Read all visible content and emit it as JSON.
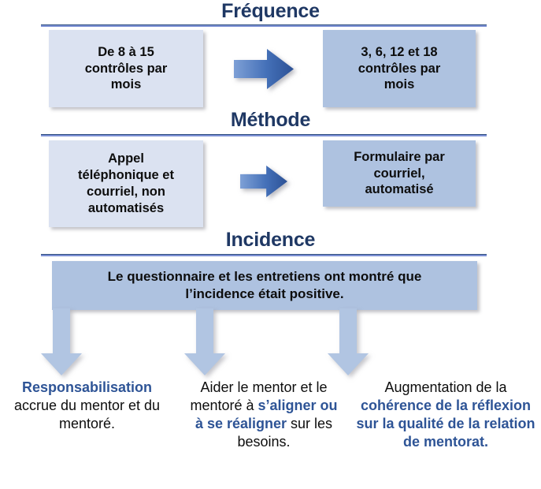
{
  "colors": {
    "title_blue": "#1f3864",
    "rule_blue": "#31507f",
    "box_light": "#dbe2f1",
    "box_dark": "#aec2e0",
    "arrow_right_light": "#6d93cf",
    "arrow_right_dark": "#2c5195",
    "arrow_down": "#b1c5e2",
    "highlight_blue": "#2e5496",
    "body_text": "#0d0d0d"
  },
  "sections": [
    {
      "title": "Fréquence",
      "before": "De 8 à 15\ncontrôles par\nmois",
      "after": "3, 6, 12 et 18\ncontrôles par\nmois",
      "arrow": "arrow-right-icon"
    },
    {
      "title": "Méthode",
      "before": "Appel\ntéléphonique et\ncourriel, non\nautomatisés",
      "after": "Formulaire par\ncourriel,\nautomatisé",
      "arrow": "arrow-right-icon"
    },
    {
      "title": "Incidence",
      "banner": "Le questionnaire et les entretiens ont montré que\nl’incidence était positive."
    }
  ],
  "outcomes": [
    {
      "arrow": "arrow-down-icon",
      "parts": [
        {
          "text": "Responsabilisation",
          "style": "hl"
        },
        {
          "text": " accrue du mentor et du mentoré.",
          "style": "pl"
        }
      ]
    },
    {
      "arrow": "arrow-down-icon",
      "parts": [
        {
          "text": "Aider le mentor et le mentoré à ",
          "style": "pl"
        },
        {
          "text": "s’aligner ou à se réaligner",
          "style": "hl"
        },
        {
          "text": " sur les besoins.",
          "style": "pl"
        }
      ]
    },
    {
      "arrow": "arrow-down-icon",
      "parts": [
        {
          "text": "Augmentation de la ",
          "style": "pl"
        },
        {
          "text": "cohérence de la réflexion sur la qualité de la relation de mentorat.",
          "style": "hl"
        }
      ]
    }
  ]
}
